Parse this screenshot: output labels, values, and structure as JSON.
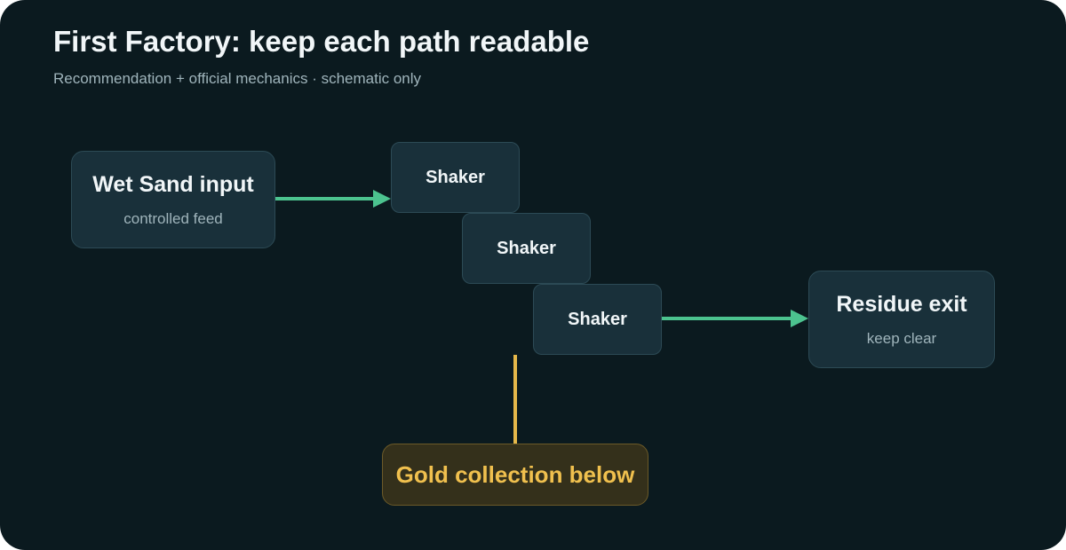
{
  "header": {
    "title": "First Factory: keep each path readable",
    "subtitle": "Recommendation + official mechanics · schematic only"
  },
  "nodes": {
    "input": {
      "label": "Wet Sand input",
      "note": "controlled feed"
    },
    "shakers": [
      {
        "label": "Shaker"
      },
      {
        "label": "Shaker"
      },
      {
        "label": "Shaker"
      }
    ],
    "residue": {
      "label": "Residue exit",
      "note": "keep clear"
    },
    "gold": {
      "label": "Gold collection below"
    }
  },
  "colors": {
    "background": "#0b1a1f",
    "node_fill": "#19303a",
    "node_border": "#2c4a55",
    "flow_arrow": "#4cc38f",
    "gold_accent": "#f0c04e",
    "gold_fill": "#34301b"
  }
}
